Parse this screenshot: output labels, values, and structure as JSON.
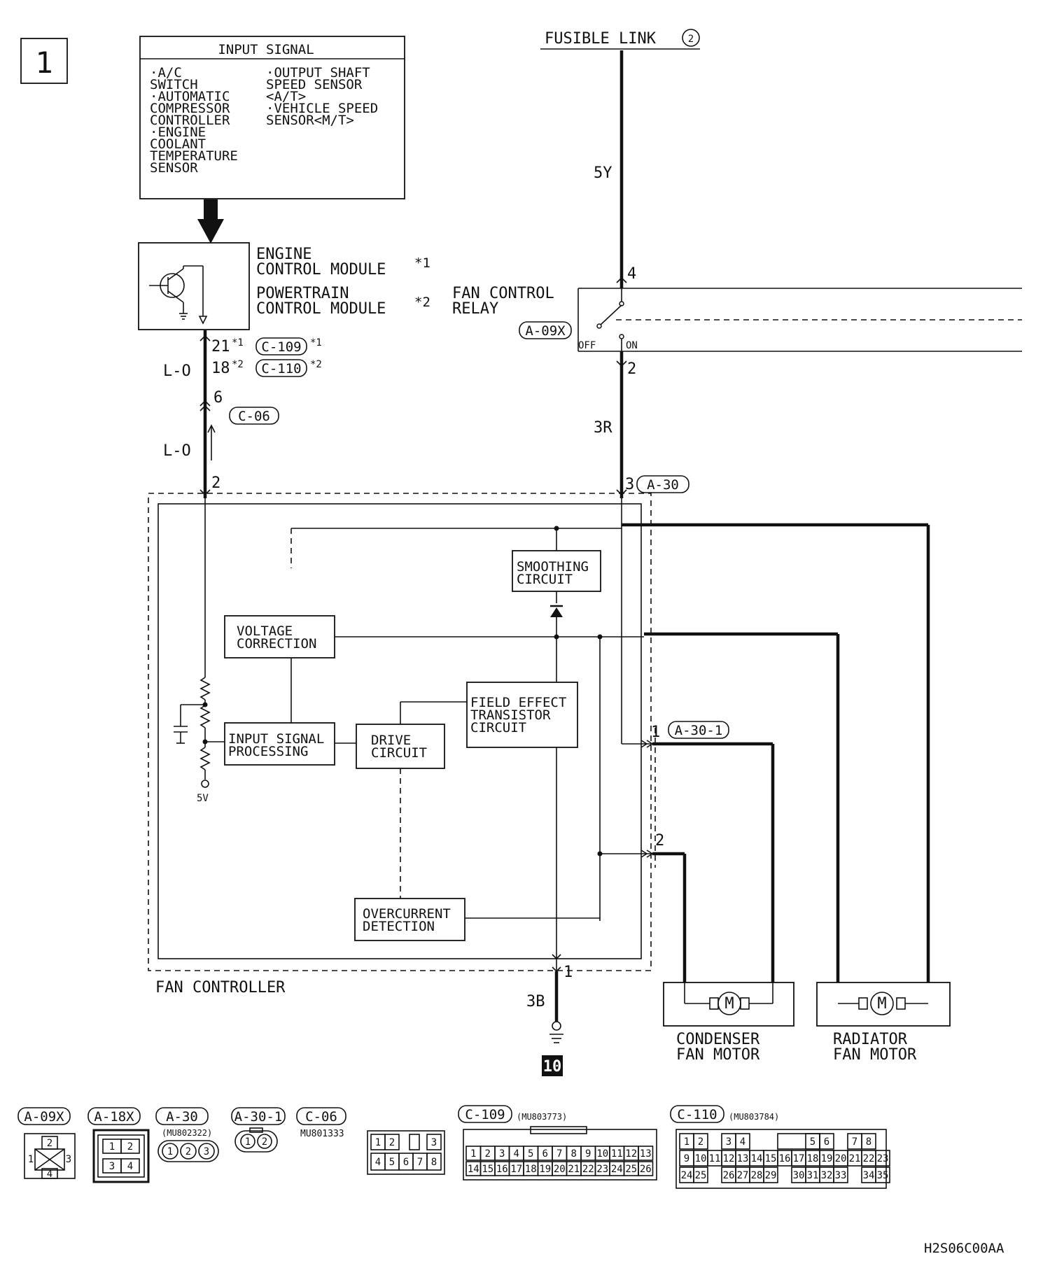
{
  "page_number": "1",
  "input_signal": {
    "title": "INPUT SIGNAL",
    "left_items": [
      "·A/C",
      " SWITCH",
      "·AUTOMATIC",
      " COMPRESSOR",
      " CONTROLLER",
      "·ENGINE",
      " COOLANT",
      " TEMPERATURE",
      " SENSOR"
    ],
    "right_items": [
      "·OUTPUT SHAFT",
      " SPEED SENSOR",
      " <A/T>",
      "·VEHICLE SPEED",
      " SENSOR<M/T>"
    ]
  },
  "ecm": {
    "line1": "ENGINE",
    "line2": "CONTROL MODULE",
    "note1": "*1",
    "line3": "POWERTRAIN",
    "line4": "CONTROL MODULE",
    "note2": "*2"
  },
  "fusible_link": {
    "label": "FUSIBLE LINK",
    "number": "2"
  },
  "relay": {
    "line1": "FAN CONTROL",
    "line2": "RELAY",
    "connector": "A-09X",
    "off": "OFF",
    "on": "ON",
    "pin_top": "4",
    "pin_bottom": "2"
  },
  "wires": {
    "w5y": "5Y",
    "w3r": "3R",
    "lo1": "L-O",
    "lo2": "L-O",
    "w3b": "3B"
  },
  "pins": {
    "ecm_pin1": "21",
    "ecm_note1": "*1",
    "ecm_conn1": "C-109",
    "ecm_conn1_note": "*1",
    "ecm_pin2": "18",
    "ecm_note2": "*2",
    "ecm_conn2": "C-110",
    "ecm_conn2_note": "*2",
    "c06_pin": "6",
    "c06": "C-06",
    "fc_pin2": "2",
    "fc_pin3": "3",
    "a30": "A-30",
    "a301_pin1": "1",
    "a301": "A-30-1",
    "a301_pin2": "2",
    "ground_pin": "1",
    "ground_no": "10",
    "supply": "5V"
  },
  "fan_controller": {
    "label": "FAN CONTROLLER",
    "smoothing": [
      "SMOOTHING",
      "CIRCUIT"
    ],
    "voltage": [
      "VOLTAGE",
      "CORRECTION"
    ],
    "fet": [
      "FIELD EFFECT",
      "TRANSISTOR",
      "CIRCUIT"
    ],
    "input": [
      "INPUT SIGNAL",
      "PROCESSING"
    ],
    "drive": [
      "DRIVE",
      "CIRCUIT"
    ],
    "overcurrent": [
      "OVERCURRENT",
      "DETECTION"
    ]
  },
  "motors": {
    "condenser": [
      "CONDENSER",
      "FAN MOTOR"
    ],
    "radiator": [
      "RADIATOR",
      "FAN MOTOR"
    ],
    "symbol": "M"
  },
  "connectors": {
    "a09x": "A-09X",
    "a18x": "A-18X",
    "a30": "A-30",
    "a30_part": "(MU802322)",
    "a301": "A-30-1",
    "c06": "C-06",
    "c06_part": "MU801333",
    "c109": "C-109",
    "c109_part": "(MU803773)",
    "c110": "C-110",
    "c110_part": "(MU803784)"
  },
  "footer_code": "H2S06C00AA"
}
